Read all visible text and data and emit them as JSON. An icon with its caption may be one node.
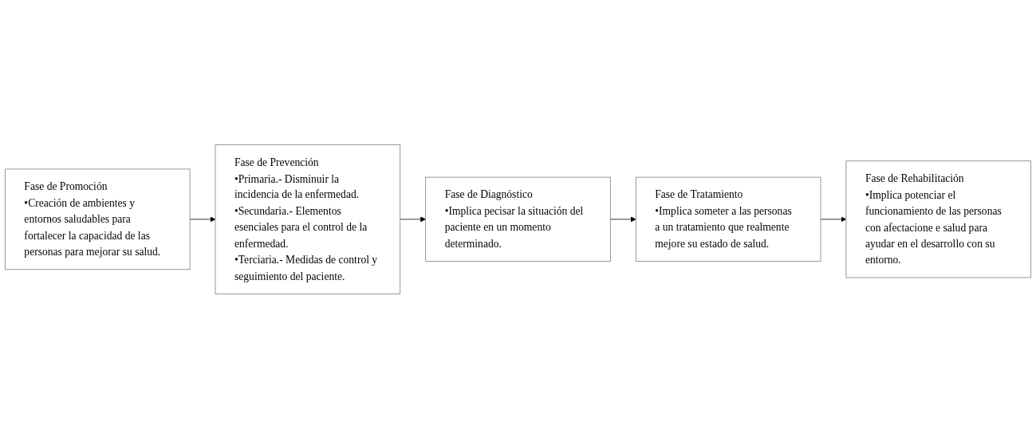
{
  "diagram": {
    "nodes": [
      {
        "text": [
          "Fase de Promoción",
          "•Creación de ambientes y entornos saludables para fortalecer la capacidad de las personas para mejorar su salud."
        ]
      },
      {
        "text": [
          "Fase de Prevención",
          "•Primaria.- Disminuir la incidencia de la enfermedad.",
          "•Secundaria.- Elementos esenciales para el control de la enfermedad.",
          "•Terciaria.- Medidas de control y seguimiento del paciente."
        ]
      },
      {
        "text": [
          "Fase de Diagnóstico",
          "•Implica pecisar la situación del paciente en un momento determinado."
        ]
      },
      {
        "text": [
          "Fase de Tratamiento",
          "•Implica someter a las personas a un tratamiento que realmente mejore su estado de salud."
        ]
      },
      {
        "text": [
          "Fase de Rehabilitación",
          "•Implica potenciar el funcionamiento de las personas con afectacione e salud para ayudar en el desarrollo con su entorno."
        ]
      }
    ],
    "edges": [
      {
        "from": 0,
        "to": 1,
        "arrow": "to"
      },
      {
        "from": 1,
        "to": 2,
        "arrow": "to"
      },
      {
        "from": 2,
        "to": 3,
        "arrow": "to"
      },
      {
        "from": 3,
        "to": 4,
        "arrow": "to"
      }
    ]
  }
}
